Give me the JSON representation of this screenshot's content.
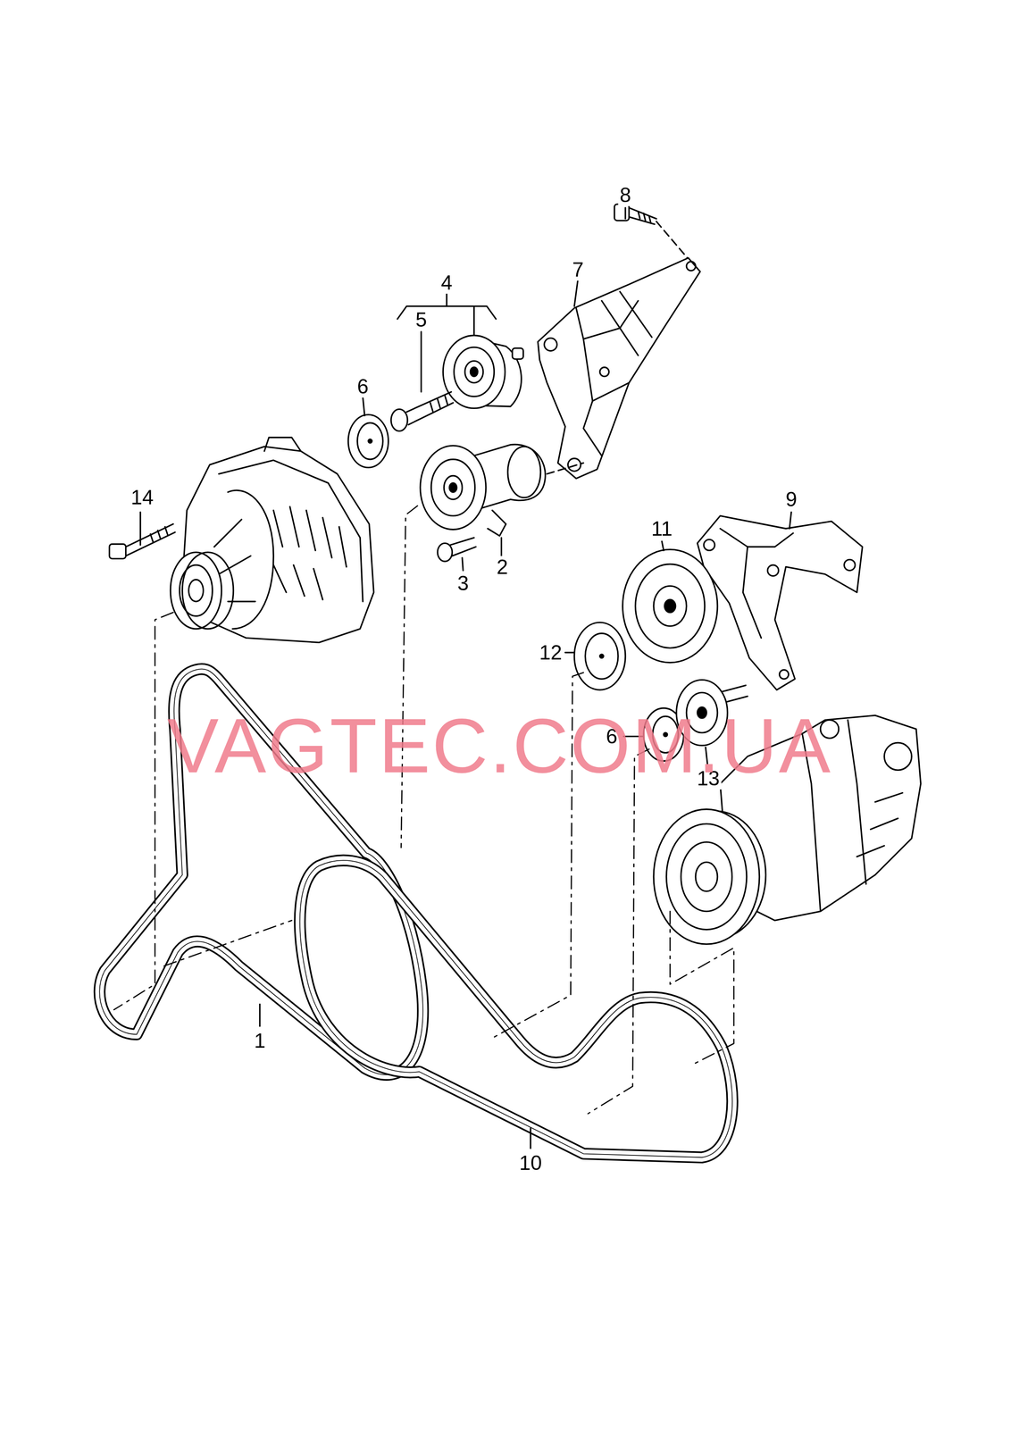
{
  "diagram": {
    "labels": [
      "8",
      "7",
      "4",
      "5",
      "6",
      "14",
      "2",
      "3",
      "9",
      "11",
      "12",
      "6",
      "13",
      "1",
      "10",
      "VAGTEC.COM.UA"
    ]
  }
}
